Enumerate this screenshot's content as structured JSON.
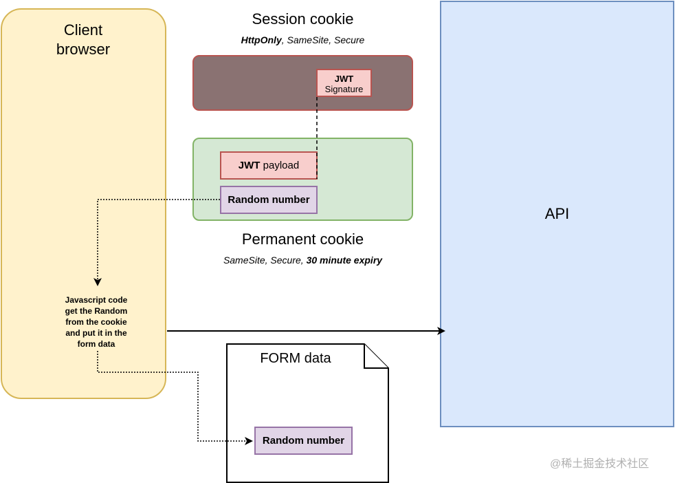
{
  "client_browser": {
    "title_line1": "Client",
    "title_line2": "browser"
  },
  "session_cookie": {
    "title": "Session cookie",
    "attr_bold": "HttpOnly",
    "attr_rest": ", SameSite, Secure",
    "jwt_label": "JWT",
    "signature_label": "Signature"
  },
  "permanent_cookie": {
    "title": "Permanent cookie",
    "attr_rest": "SameSite, Secure, ",
    "attr_bold": "30 minute expiry",
    "jwt_bold": "JWT",
    "payload_label": " payload",
    "random_number": "Random number"
  },
  "javascript_code": {
    "lines": [
      "Javascript code",
      "get the Random",
      "from the cookie",
      "and put it in the",
      "form data"
    ]
  },
  "form_data": {
    "title": "FORM data",
    "random_number": "Random number"
  },
  "api": {
    "label": "API"
  },
  "watermark": "@稀土掘金技术社区",
  "colors": {
    "client_fill": "#fff2cc",
    "client_stroke": "#d6b656",
    "api_fill": "#dae8fc",
    "api_stroke": "#6c8ebf",
    "session_fill": "#8a7272",
    "session_stroke": "#b85450",
    "permanent_fill": "#d5e8d4",
    "permanent_stroke": "#82b366",
    "red_fill": "#f8cecc",
    "purple_fill": "#e1d5e7"
  }
}
